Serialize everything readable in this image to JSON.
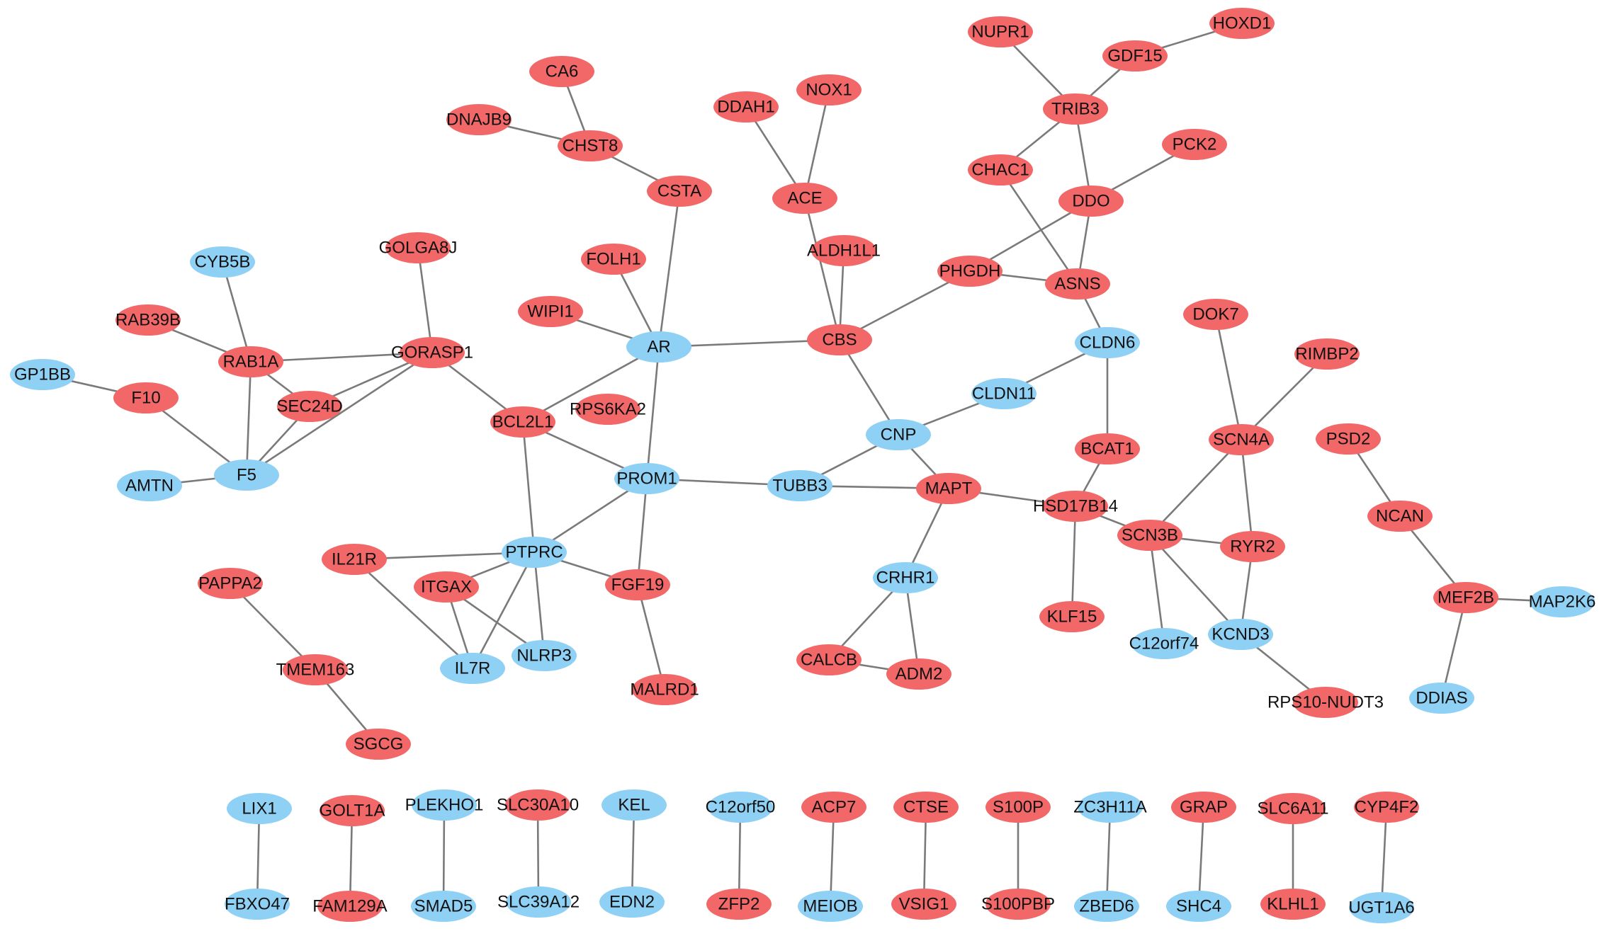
{
  "colors": {
    "up": "#f26868",
    "down": "#8fd0f5",
    "edge": "#7a7a7a",
    "label": "#111111"
  },
  "nodes": [
    {
      "id": "NUPR1",
      "label": "NUPR1",
      "group": "up"
    },
    {
      "id": "HOXD1",
      "label": "HOXD1",
      "group": "up"
    },
    {
      "id": "GDF15",
      "label": "GDF15",
      "group": "up"
    },
    {
      "id": "CA6",
      "label": "CA6",
      "group": "up"
    },
    {
      "id": "TRIB3",
      "label": "TRIB3",
      "group": "up"
    },
    {
      "id": "DDAH1",
      "label": "DDAH1",
      "group": "up"
    },
    {
      "id": "NOX1",
      "label": "NOX1",
      "group": "up"
    },
    {
      "id": "DNAJB9",
      "label": "DNAJB9",
      "group": "up"
    },
    {
      "id": "CHST8",
      "label": "CHST8",
      "group": "up"
    },
    {
      "id": "PCK2",
      "label": "PCK2",
      "group": "up"
    },
    {
      "id": "CHAC1",
      "label": "CHAC1",
      "group": "up"
    },
    {
      "id": "CSTA",
      "label": "CSTA",
      "group": "up"
    },
    {
      "id": "ACE",
      "label": "ACE",
      "group": "up"
    },
    {
      "id": "DDO",
      "label": "DDO",
      "group": "up"
    },
    {
      "id": "GOLGA8J",
      "label": "GOLGA8J",
      "group": "up"
    },
    {
      "id": "ALDH1L1",
      "label": "ALDH1L1",
      "group": "up"
    },
    {
      "id": "FOLH1",
      "label": "FOLH1",
      "group": "up"
    },
    {
      "id": "CYB5B",
      "label": "CYB5B",
      "group": "down"
    },
    {
      "id": "PHGDH",
      "label": "PHGDH",
      "group": "up"
    },
    {
      "id": "ASNS",
      "label": "ASNS",
      "group": "up"
    },
    {
      "id": "WIPI1",
      "label": "WIPI1",
      "group": "up"
    },
    {
      "id": "DOK7",
      "label": "DOK7",
      "group": "up"
    },
    {
      "id": "RAB39B",
      "label": "RAB39B",
      "group": "up"
    },
    {
      "id": "CBS",
      "label": "CBS",
      "group": "up"
    },
    {
      "id": "AR",
      "label": "AR",
      "group": "down"
    },
    {
      "id": "CLDN6",
      "label": "CLDN6",
      "group": "down"
    },
    {
      "id": "GORASP1",
      "label": "GORASP1",
      "group": "up"
    },
    {
      "id": "RAB1A",
      "label": "RAB1A",
      "group": "up"
    },
    {
      "id": "RIMBP2",
      "label": "RIMBP2",
      "group": "up"
    },
    {
      "id": "GP1BB",
      "label": "GP1BB",
      "group": "down"
    },
    {
      "id": "F10",
      "label": "F10",
      "group": "up"
    },
    {
      "id": "CLDN11",
      "label": "CLDN11",
      "group": "down"
    },
    {
      "id": "SEC24D",
      "label": "SEC24D",
      "group": "up"
    },
    {
      "id": "RPS6KA2",
      "label": "RPS6KA2",
      "group": "up"
    },
    {
      "id": "BCL2L1",
      "label": "BCL2L1",
      "group": "up"
    },
    {
      "id": "CNP",
      "label": "CNP",
      "group": "down"
    },
    {
      "id": "PSD2",
      "label": "PSD2",
      "group": "up"
    },
    {
      "id": "SCN4A",
      "label": "SCN4A",
      "group": "up"
    },
    {
      "id": "BCAT1",
      "label": "BCAT1",
      "group": "up"
    },
    {
      "id": "F5",
      "label": "F5",
      "group": "down"
    },
    {
      "id": "AMTN",
      "label": "AMTN",
      "group": "down"
    },
    {
      "id": "PROM1",
      "label": "PROM1",
      "group": "down"
    },
    {
      "id": "TUBB3",
      "label": "TUBB3",
      "group": "down"
    },
    {
      "id": "MAPT",
      "label": "MAPT",
      "group": "up"
    },
    {
      "id": "HSD17B14",
      "label": "HSD17B14",
      "group": "up"
    },
    {
      "id": "NCAN",
      "label": "NCAN",
      "group": "up"
    },
    {
      "id": "SCN3B",
      "label": "SCN3B",
      "group": "up"
    },
    {
      "id": "RYR2",
      "label": "RYR2",
      "group": "up"
    },
    {
      "id": "PTPRC",
      "label": "PTPRC",
      "group": "down"
    },
    {
      "id": "IL21R",
      "label": "IL21R",
      "group": "up"
    },
    {
      "id": "CRHR1",
      "label": "CRHR1",
      "group": "down"
    },
    {
      "id": "PAPPA2",
      "label": "PAPPA2",
      "group": "up"
    },
    {
      "id": "ITGAX",
      "label": "ITGAX",
      "group": "up"
    },
    {
      "id": "FGF19",
      "label": "FGF19",
      "group": "up"
    },
    {
      "id": "MEF2B",
      "label": "MEF2B",
      "group": "up"
    },
    {
      "id": "MAP2K6",
      "label": "MAP2K6",
      "group": "down"
    },
    {
      "id": "KLF15",
      "label": "KLF15",
      "group": "up"
    },
    {
      "id": "KCND3",
      "label": "KCND3",
      "group": "down"
    },
    {
      "id": "C12orf74",
      "label": "C12orf74",
      "group": "down"
    },
    {
      "id": "NLRP3",
      "label": "NLRP3",
      "group": "down"
    },
    {
      "id": "CALCB",
      "label": "CALCB",
      "group": "up"
    },
    {
      "id": "IL7R",
      "label": "IL7R",
      "group": "down"
    },
    {
      "id": "TMEM163",
      "label": "TMEM163",
      "group": "up"
    },
    {
      "id": "ADM2",
      "label": "ADM2",
      "group": "up"
    },
    {
      "id": "MALRD1",
      "label": "MALRD1",
      "group": "up"
    },
    {
      "id": "DDIAS",
      "label": "DDIAS",
      "group": "down"
    },
    {
      "id": "RPS10-NUDT3",
      "label": "RPS10-NUDT3",
      "group": "up"
    },
    {
      "id": "SGCG",
      "label": "SGCG",
      "group": "up"
    },
    {
      "id": "LIX1",
      "label": "LIX1",
      "group": "down"
    },
    {
      "id": "GOLT1A",
      "label": "GOLT1A",
      "group": "up"
    },
    {
      "id": "PLEKHO1",
      "label": "PLEKHO1",
      "group": "down"
    },
    {
      "id": "SLC30A10",
      "label": "SLC30A10",
      "group": "up"
    },
    {
      "id": "KEL",
      "label": "KEL",
      "group": "down"
    },
    {
      "id": "C12orf50",
      "label": "C12orf50",
      "group": "down"
    },
    {
      "id": "ACP7",
      "label": "ACP7",
      "group": "up"
    },
    {
      "id": "CTSE",
      "label": "CTSE",
      "group": "up"
    },
    {
      "id": "S100P",
      "label": "S100P",
      "group": "up"
    },
    {
      "id": "ZC3H11A",
      "label": "ZC3H11A",
      "group": "down"
    },
    {
      "id": "GRAP",
      "label": "GRAP",
      "group": "up"
    },
    {
      "id": "SLC6A11",
      "label": "SLC6A11",
      "group": "up"
    },
    {
      "id": "CYP4F2",
      "label": "CYP4F2",
      "group": "up"
    },
    {
      "id": "FBXO47",
      "label": "FBXO47",
      "group": "down"
    },
    {
      "id": "FAM129A",
      "label": "FAM129A",
      "group": "up"
    },
    {
      "id": "SMAD5",
      "label": "SMAD5",
      "group": "down"
    },
    {
      "id": "SLC39A12",
      "label": "SLC39A12",
      "group": "down"
    },
    {
      "id": "EDN2",
      "label": "EDN2",
      "group": "down"
    },
    {
      "id": "ZFP2",
      "label": "ZFP2",
      "group": "up"
    },
    {
      "id": "MEIOB",
      "label": "MEIOB",
      "group": "down"
    },
    {
      "id": "VSIG1",
      "label": "VSIG1",
      "group": "up"
    },
    {
      "id": "S100PBP",
      "label": "S100PBP",
      "group": "up"
    },
    {
      "id": "ZBED6",
      "label": "ZBED6",
      "group": "down"
    },
    {
      "id": "SHC4",
      "label": "SHC4",
      "group": "down"
    },
    {
      "id": "KLHL1",
      "label": "KLHL1",
      "group": "up"
    },
    {
      "id": "UGT1A6",
      "label": "UGT1A6",
      "group": "down"
    }
  ],
  "edges": [
    [
      "NUPR1",
      "TRIB3"
    ],
    [
      "GDF15",
      "TRIB3"
    ],
    [
      "GDF15",
      "HOXD1"
    ],
    [
      "TRIB3",
      "CHAC1"
    ],
    [
      "TRIB3",
      "DDO"
    ],
    [
      "CHAC1",
      "ASNS"
    ],
    [
      "DDO",
      "ASNS"
    ],
    [
      "DDO",
      "PCK2"
    ],
    [
      "DDO",
      "PHGDH"
    ],
    [
      "PHGDH",
      "ASNS"
    ],
    [
      "PHGDH",
      "CBS"
    ],
    [
      "ASNS",
      "CLDN6"
    ],
    [
      "CA6",
      "CHST8"
    ],
    [
      "DNAJB9",
      "CHST8"
    ],
    [
      "CHST8",
      "CSTA"
    ],
    [
      "CSTA",
      "AR"
    ],
    [
      "DDAH1",
      "ACE"
    ],
    [
      "NOX1",
      "ACE"
    ],
    [
      "ACE",
      "CBS"
    ],
    [
      "ALDH1L1",
      "CBS"
    ],
    [
      "CBS",
      "AR"
    ],
    [
      "CBS",
      "CNP"
    ],
    [
      "FOLH1",
      "AR"
    ],
    [
      "WIPI1",
      "AR"
    ],
    [
      "AR",
      "BCL2L1"
    ],
    [
      "AR",
      "PROM1"
    ],
    [
      "CYB5B",
      "RAB1A"
    ],
    [
      "RAB39B",
      "RAB1A"
    ],
    [
      "RAB1A",
      "GORASP1"
    ],
    [
      "RAB1A",
      "SEC24D"
    ],
    [
      "RAB1A",
      "F5"
    ],
    [
      "GOLGA8J",
      "GORASP1"
    ],
    [
      "GORASP1",
      "SEC24D"
    ],
    [
      "GORASP1",
      "F5"
    ],
    [
      "GORASP1",
      "BCL2L1"
    ],
    [
      "SEC24D",
      "F5"
    ],
    [
      "GP1BB",
      "F10"
    ],
    [
      "F10",
      "F5"
    ],
    [
      "AMTN",
      "F5"
    ],
    [
      "BCL2L1",
      "PROM1"
    ],
    [
      "BCL2L1",
      "PTPRC"
    ],
    [
      "PROM1",
      "TUBB3"
    ],
    [
      "PROM1",
      "PTPRC"
    ],
    [
      "PROM1",
      "FGF19"
    ],
    [
      "CLDN6",
      "CLDN11"
    ],
    [
      "CLDN6",
      "BCAT1"
    ],
    [
      "CLDN11",
      "CNP"
    ],
    [
      "CNP",
      "TUBB3"
    ],
    [
      "CNP",
      "MAPT"
    ],
    [
      "TUBB3",
      "MAPT"
    ],
    [
      "MAPT",
      "HSD17B14"
    ],
    [
      "MAPT",
      "CRHR1"
    ],
    [
      "BCAT1",
      "HSD17B14"
    ],
    [
      "HSD17B14",
      "SCN3B"
    ],
    [
      "HSD17B14",
      "KLF15"
    ],
    [
      "DOK7",
      "SCN4A"
    ],
    [
      "RIMBP2",
      "SCN4A"
    ],
    [
      "SCN4A",
      "SCN3B"
    ],
    [
      "SCN4A",
      "RYR2"
    ],
    [
      "SCN3B",
      "RYR2"
    ],
    [
      "SCN3B",
      "KCND3"
    ],
    [
      "SCN3B",
      "C12orf74"
    ],
    [
      "RYR2",
      "KCND3"
    ],
    [
      "KCND3",
      "RPS10-NUDT3"
    ],
    [
      "PSD2",
      "NCAN"
    ],
    [
      "NCAN",
      "MEF2B"
    ],
    [
      "MEF2B",
      "MAP2K6"
    ],
    [
      "MEF2B",
      "DDIAS"
    ],
    [
      "IL21R",
      "PTPRC"
    ],
    [
      "IL21R",
      "IL7R"
    ],
    [
      "PTPRC",
      "ITGAX"
    ],
    [
      "PTPRC",
      "FGF19"
    ],
    [
      "PTPRC",
      "NLRP3"
    ],
    [
      "PTPRC",
      "IL7R"
    ],
    [
      "ITGAX",
      "IL7R"
    ],
    [
      "ITGAX",
      "NLRP3"
    ],
    [
      "FGF19",
      "MALRD1"
    ],
    [
      "CRHR1",
      "CALCB"
    ],
    [
      "CRHR1",
      "ADM2"
    ],
    [
      "CALCB",
      "ADM2"
    ],
    [
      "PAPPA2",
      "TMEM163"
    ],
    [
      "TMEM163",
      "SGCG"
    ],
    [
      "LIX1",
      "FBXO47"
    ],
    [
      "GOLT1A",
      "FAM129A"
    ],
    [
      "PLEKHO1",
      "SMAD5"
    ],
    [
      "SLC30A10",
      "SLC39A12"
    ],
    [
      "KEL",
      "EDN2"
    ],
    [
      "C12orf50",
      "ZFP2"
    ],
    [
      "ACP7",
      "MEIOB"
    ],
    [
      "CTSE",
      "VSIG1"
    ],
    [
      "S100P",
      "S100PBP"
    ],
    [
      "ZC3H11A",
      "ZBED6"
    ],
    [
      "GRAP",
      "SHC4"
    ],
    [
      "SLC6A11",
      "KLHL1"
    ],
    [
      "CYP4F2",
      "UGT1A6"
    ]
  ]
}
